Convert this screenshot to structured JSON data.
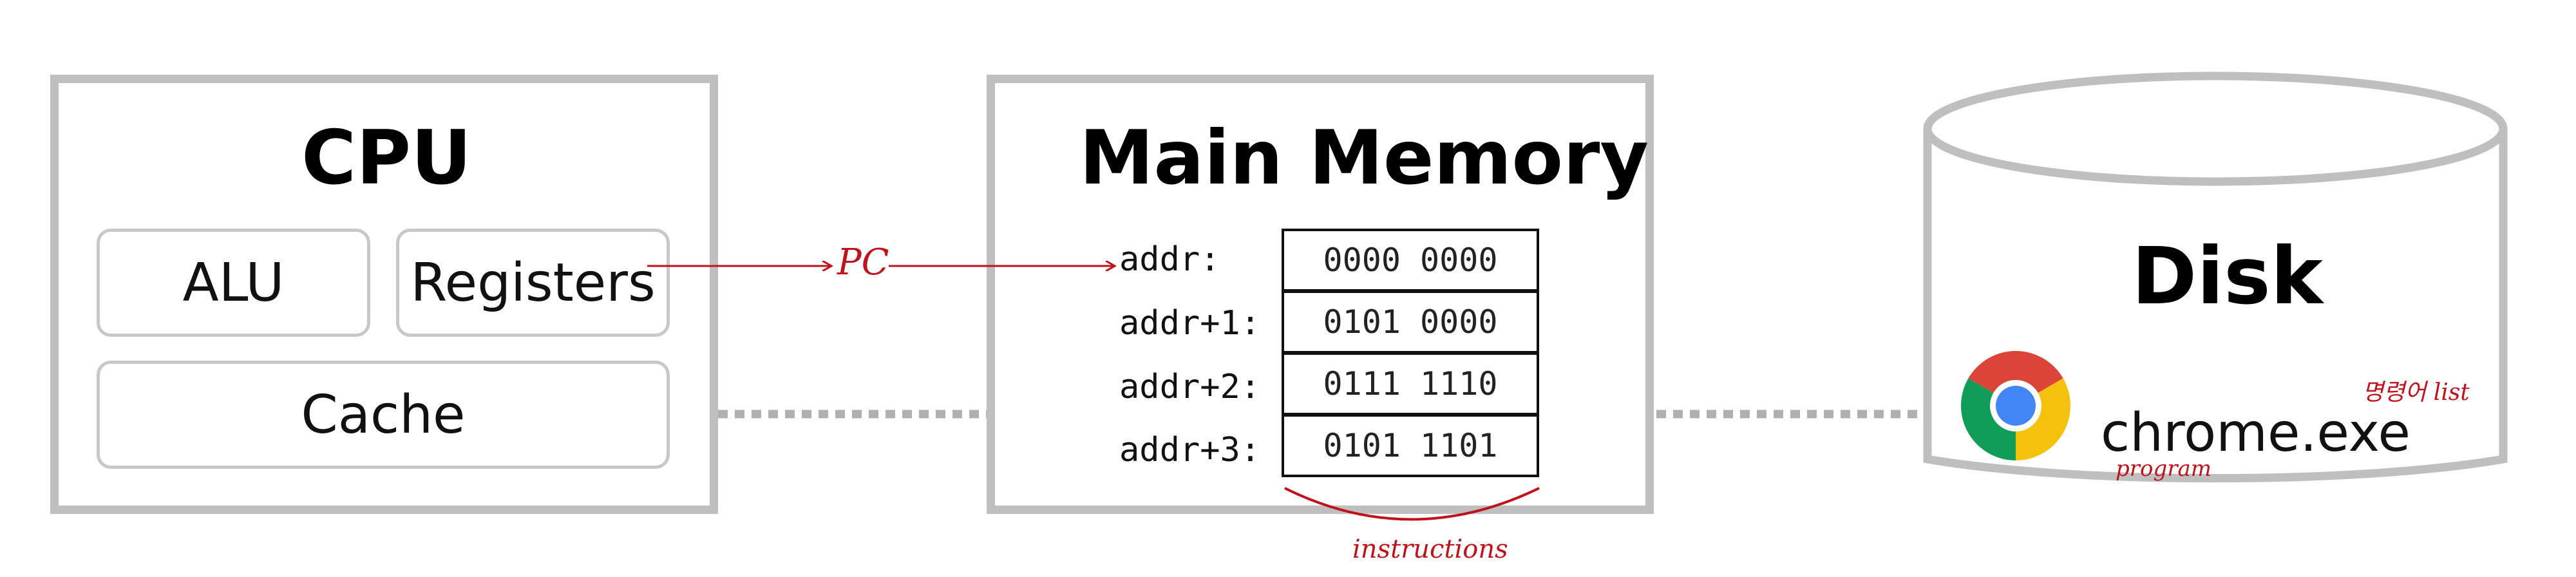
{
  "cpu": {
    "title": "CPU",
    "alu": "ALU",
    "registers": "Registers",
    "cache": "Cache"
  },
  "memory": {
    "title": "Main Memory",
    "rows": [
      {
        "addr": "addr:",
        "value": "0000 0000"
      },
      {
        "addr": "addr+1:",
        "value": "0101 0000"
      },
      {
        "addr": "addr+2:",
        "value": "0111 1110"
      },
      {
        "addr": "addr+3:",
        "value": "0101 1101"
      }
    ]
  },
  "disk": {
    "title": "Disk",
    "program": "chrome.exe",
    "program_icon": "chrome-icon"
  },
  "annotations": {
    "pc": "PC",
    "instructions": "instructions",
    "program": "program",
    "instruction_list": "명령어 list"
  },
  "colors": {
    "border": "#bfbfbf",
    "annotation": "#c0121b",
    "dotted_arrow": "#b0b0b0"
  }
}
